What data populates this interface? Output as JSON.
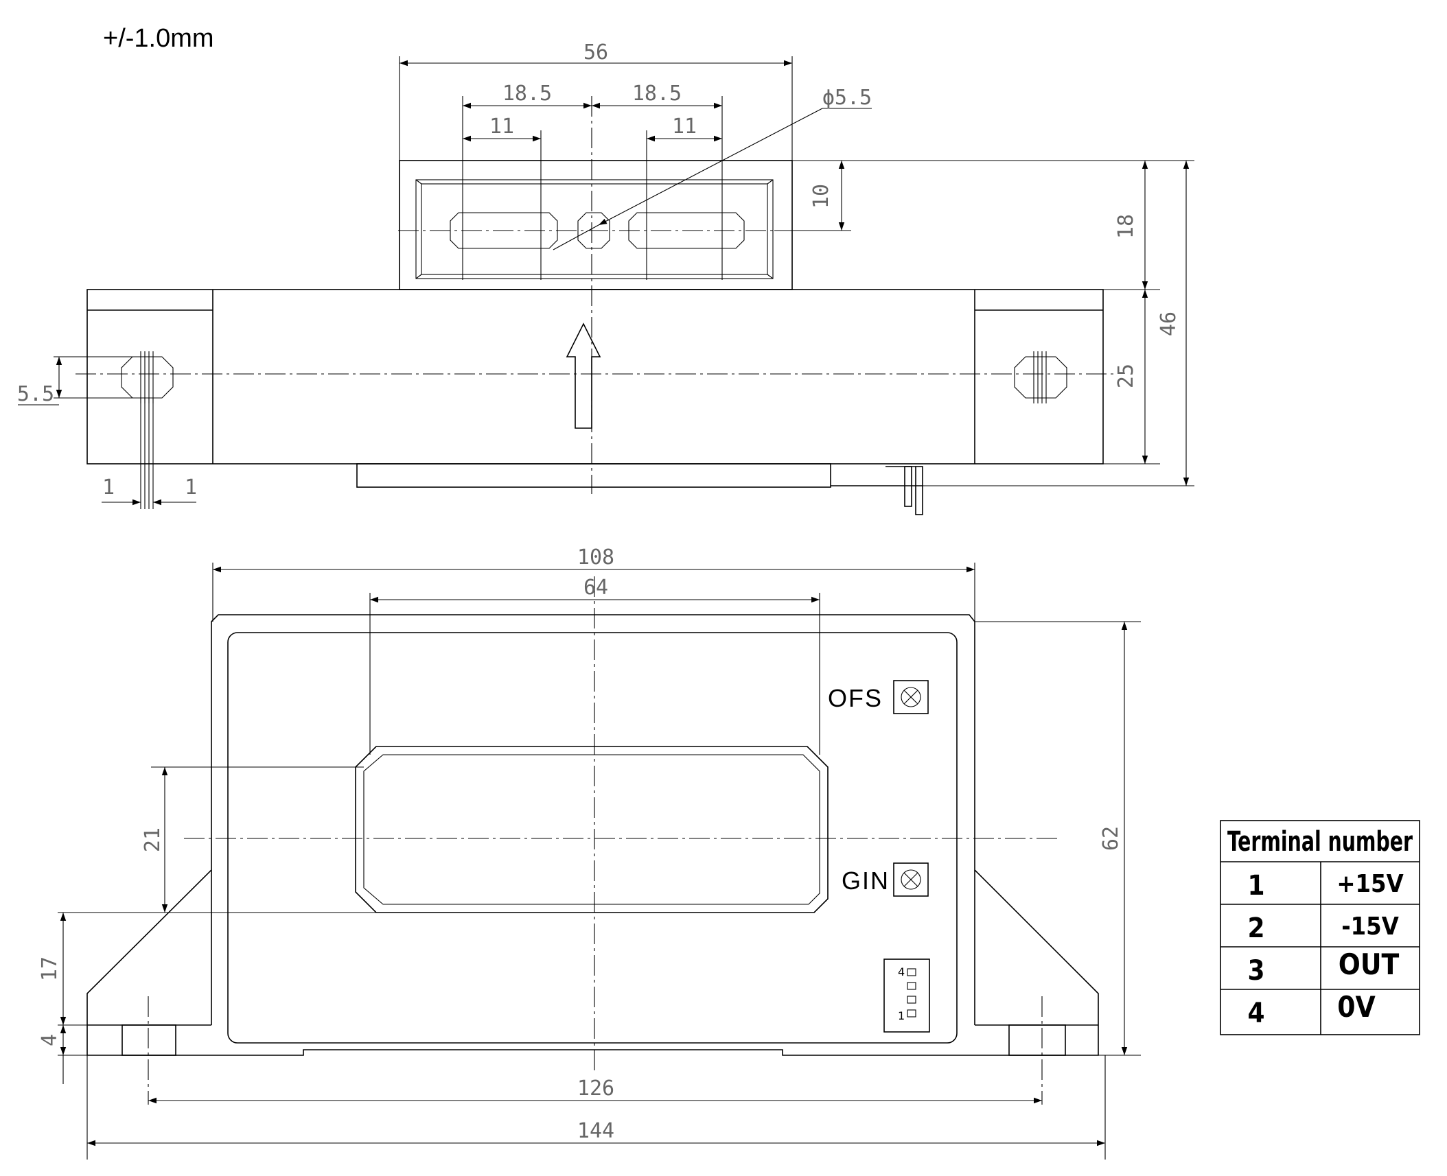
{
  "tolerance": "+/-1.0mm",
  "top_view": {
    "dims": {
      "connector_width": "56",
      "pitch_left": "18.5",
      "pitch_right": "18.5",
      "slot_left": "11",
      "slot_right": "11",
      "hole_diameter": "ϕ5.5",
      "depth": "10",
      "connector_height": "18",
      "overall_height": "46",
      "body_height": "25",
      "mount_hole": "5.5",
      "wall_left": "1",
      "wall_right": "1"
    }
  },
  "front_view": {
    "dims": {
      "body_width": "108",
      "window_width": "64",
      "window_height": "21",
      "total_height": "62",
      "flange_height": "17",
      "base_thickness": "4",
      "hole_spacing": "126",
      "overall_width": "144"
    },
    "labels": {
      "ofs": "OFS",
      "gin": "GIN",
      "pin4": "4",
      "pin1": "1"
    }
  },
  "terminal_table": {
    "title": "Terminal number",
    "rows": [
      {
        "pin": "1",
        "signal": "+15V"
      },
      {
        "pin": "2",
        "signal": "-15V"
      },
      {
        "pin": "3",
        "signal": "OUT"
      },
      {
        "pin": "4",
        "signal": "0V"
      }
    ]
  }
}
